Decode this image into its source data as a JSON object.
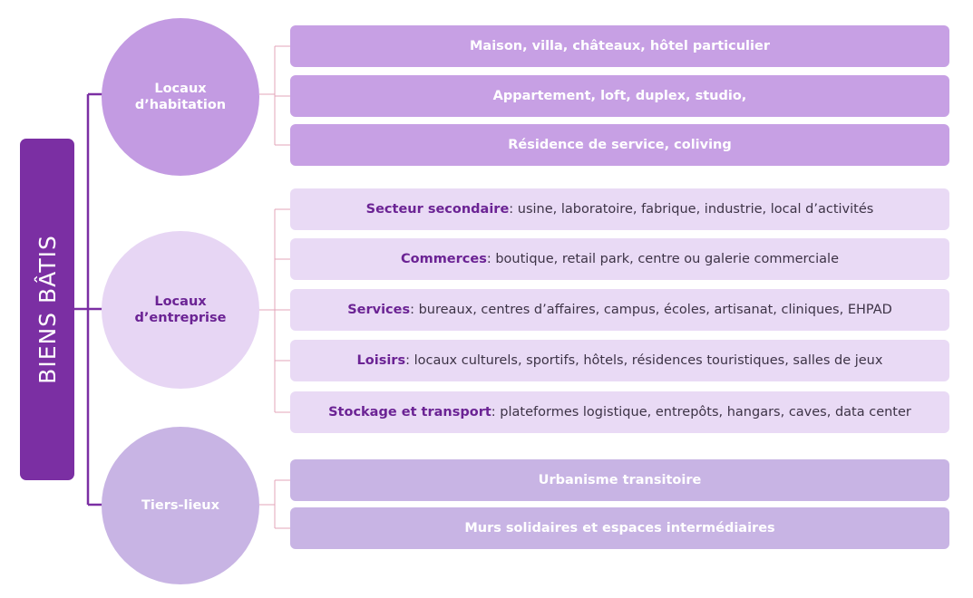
{
  "root": {
    "label": "BIENS BÂTIS"
  },
  "colors": {
    "root": "#7b2fa3",
    "habitation": "#c39be2",
    "entreprise": "#e7d6f4",
    "tiers": "#c8b4e4",
    "entreprise_text": "#6b2394",
    "connector_main": "#7b2fa3",
    "connector_branch": "#e3a4b8"
  },
  "groups": {
    "habitation": {
      "line1": "Locaux",
      "line2": "d’habitation",
      "items": [
        "Maison, villa, châteaux, hôtel particulier",
        "Appartement, loft, duplex, studio,",
        "Résidence de service, coliving"
      ]
    },
    "entreprise": {
      "line1": "Locaux",
      "line2": "d’entreprise",
      "items": [
        {
          "head": "Secteur secondaire",
          "text": " : usine, laboratoire, fabrique, industrie, local d’activités"
        },
        {
          "head": "Commerces",
          "text": " : boutique, retail park, centre ou galerie commerciale"
        },
        {
          "head": "Services",
          "text": " : bureaux, centres d’affaires, campus, écoles, artisanat, cliniques, EHPAD"
        },
        {
          "head": "Loisirs",
          "text": " : locaux culturels, sportifs, hôtels, résidences touristiques,  salles de jeux"
        },
        {
          "head": "Stockage et transport",
          "text": " : plateformes logistique, entrepôts, hangars, caves, data center"
        }
      ]
    },
    "tiers": {
      "label": "Tiers-lieux",
      "items": [
        "Urbanisme transitoire",
        "Murs solidaires et espaces intermédiaires"
      ]
    }
  }
}
